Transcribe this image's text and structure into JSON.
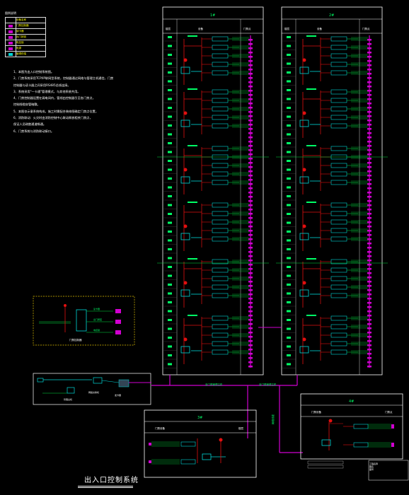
{
  "colors": {
    "frame": "#ffffff",
    "bus": "#d000d0",
    "red": "#e21010",
    "green": "#00e040",
    "cyan": "#00d8d8",
    "yellow": "#e0c000",
    "label_green": "#00ff66"
  },
  "legend": {
    "title": "图例说明",
    "header": "设备名称",
    "rows": [
      {
        "icon": "controller-icon",
        "color": "#d000d0",
        "label": "门禁控制器"
      },
      {
        "icon": "reader-icon",
        "color": "#d000d0",
        "label": "读卡器"
      },
      {
        "icon": "exit-button-icon",
        "color": "#d000d0",
        "label": "出门按钮"
      },
      {
        "icon": "lock-icon",
        "color": "#d000d0",
        "label": "电控锁"
      },
      {
        "icon": "power-icon",
        "color": "#d000d0",
        "label": "电源"
      },
      {
        "icon": "terminal-icon",
        "color": "#00d8d8",
        "label": "管理终端"
      }
    ]
  },
  "notes": [
    "1、本图为出入口控制系统图。",
    "2、门禁系统采用TCP/IP联网型系统，控制器通过网络与管理主机通信，门禁",
    "控制器与读卡器之间采用RS485总线连接。",
    "3、系统采用\"一卡通\"管理模式，与其他系统共用。",
    "4、门禁控制器设置在弱电间内，管线由控制器引至各门禁点，",
    "控制线缆穿管暗敷。",
    "5、本图仅示意系统构成，施工时需配合装修图确定门禁点位置。",
    "6、消防联动：火灾时由消防控制中心联动释放相关门禁点，",
    "保证人员疏散通道畅通。",
    "6、门禁系统与消防联动接口。"
  ],
  "towers": [
    {
      "title": "1#",
      "col_floor": "楼层",
      "col_device": "设备",
      "col_door": "门禁点"
    },
    {
      "title": "2#",
      "col_floor": "楼层",
      "col_device": "设备",
      "col_door": "门禁点"
    }
  ],
  "lower_panels": [
    {
      "title": "3#",
      "col_a": "门禁设备",
      "col_b": "楼层"
    },
    {
      "title": "4#",
      "col_a": "门禁设备",
      "col_b": "门禁点"
    }
  ],
  "subsystem": {
    "title": "门禁控制器",
    "labels": [
      "读卡器",
      "出门按钮",
      "电控锁"
    ]
  },
  "workstation": {
    "labels": [
      "管理主机",
      "网络交换机",
      "发卡器"
    ]
  },
  "bus_labels": [
    "至门禁管理主机",
    "至门禁管理主机",
    "网络线缆"
  ],
  "caption": "出入口控制系统",
  "titleblock": [
    "工程名称",
    "图名",
    "图号"
  ]
}
